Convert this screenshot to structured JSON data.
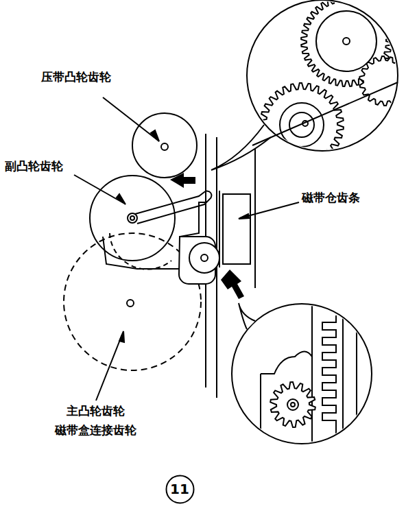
{
  "diagram": {
    "nodes": [
      {
        "text": [
          "11"
        ]
      }
    ],
    "labels": [
      "压带凸轮齿轮",
      "副凸轮齿轮",
      "磁带仓齿条",
      "主凸轮齿轮",
      "磁带盒连接齿轮"
    ]
  }
}
